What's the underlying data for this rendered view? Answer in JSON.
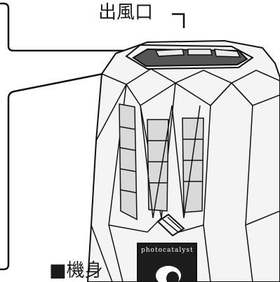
{
  "labels": {
    "outlet": "出風口",
    "body": "■機身"
  },
  "badge": {
    "text": "photocatalyst"
  },
  "colors": {
    "line": "#111111",
    "panel_fill": "#f4f4f4",
    "window_fill": "#d9d9d9",
    "outlet_fill": "#555555",
    "badge_fill": "#1c1c1c"
  },
  "icons": {
    "callout": "callout-line",
    "device": "air-purifier-drawing"
  }
}
